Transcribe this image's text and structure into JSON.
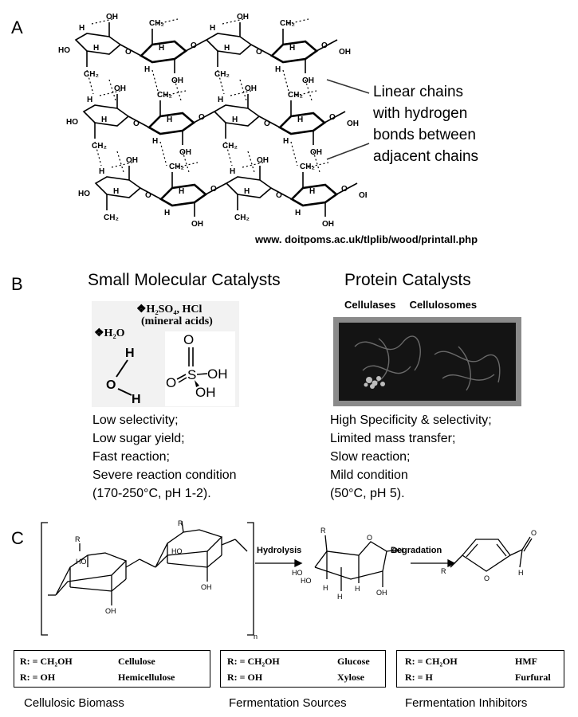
{
  "panel_a": {
    "letter": "A",
    "callout": [
      "Linear chains",
      "with hydrogen",
      "bonds between",
      "adjacent chains"
    ],
    "source_url": "www. doitpoms.ac.uk/tlplib/wood/printall.php"
  },
  "panel_b": {
    "letter": "B",
    "small_title": "Small Molecular Catalysts",
    "protein_title": "Protein Catalysts",
    "protein_sublabels": [
      "Cellulases",
      "Cellulosomes"
    ],
    "acid_label": "❖H₂SO₄, HCl",
    "acid_sub": "(mineral acids)",
    "water_label": "❖H₂O",
    "small_props": [
      "Low selectivity;",
      "Low sugar yield;",
      "Fast reaction;",
      "Severe reaction condition",
      "(170-250°C, pH 1-2)."
    ],
    "protein_props": [
      "High Specificity & selectivity;",
      "Limited mass transfer;",
      "Slow reaction;",
      "Mild condition",
      "(50°C, pH 5)."
    ]
  },
  "panel_c": {
    "letter": "C",
    "hydrolysis": "Hydrolysis",
    "degradation": "Degradation",
    "boxes": [
      {
        "rows": [
          [
            "R:  = CH₂OH",
            "Cellulose"
          ],
          [
            "R:  = OH",
            "Hemicellulose"
          ]
        ],
        "caption": "Cellulosic Biomass"
      },
      {
        "rows": [
          [
            "R:  = CH₂OH",
            "Glucose"
          ],
          [
            "R:  = OH",
            "Xylose"
          ]
        ],
        "caption": "Fermentation Sources"
      },
      {
        "rows": [
          [
            "R:  = CH₂OH",
            "HMF"
          ],
          [
            "R:  = H",
            "Furfural"
          ]
        ],
        "caption": "Fermentation Inhibitors"
      }
    ]
  }
}
